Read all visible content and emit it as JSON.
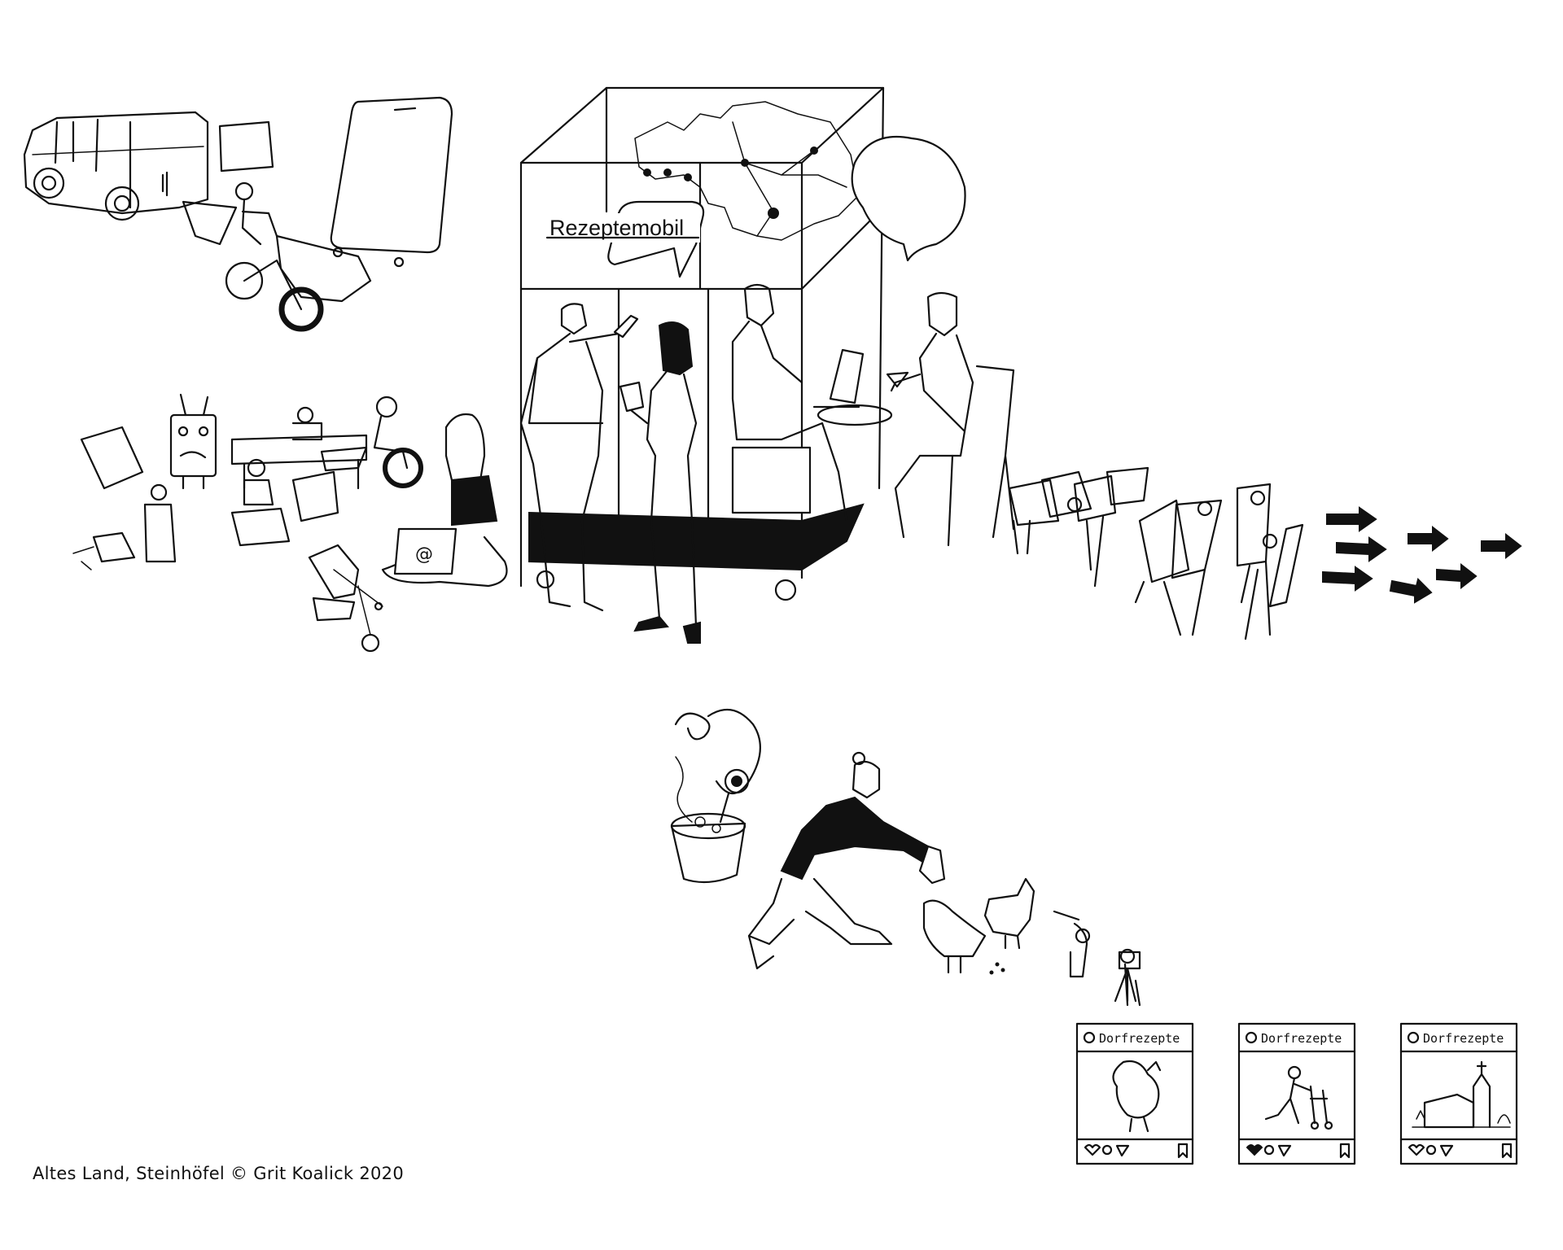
{
  "caption": "Altes Land, Steinhöfel © Grit Koalick 2020",
  "mobile_sign": "Rezeptemobil",
  "laptop_symbol": "@",
  "posts": [
    {
      "account": "Dorfrezepte",
      "subject": "rooster",
      "liked": false
    },
    {
      "account": "Dorfrezepte",
      "subject": "person-with-walker",
      "liked": true
    },
    {
      "account": "Dorfrezepte",
      "subject": "village-church",
      "liked": false
    }
  ],
  "ink_color": "#111111",
  "background": "#ffffff"
}
